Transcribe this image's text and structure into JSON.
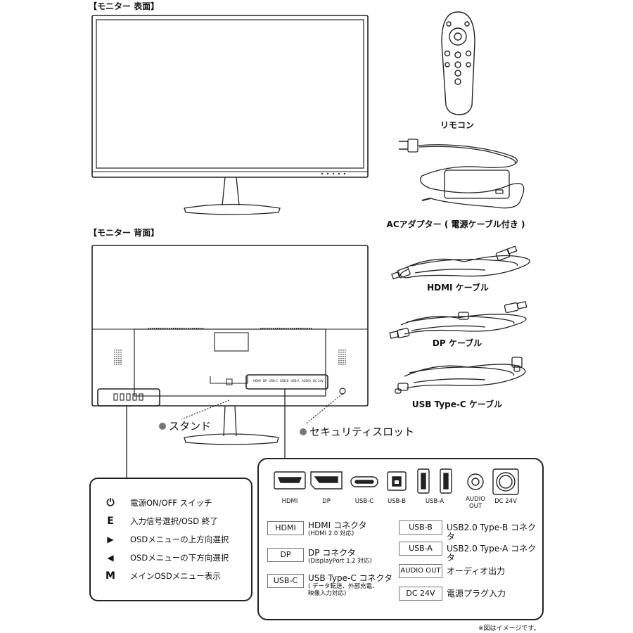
{
  "headers": {
    "front": "【モニター 表面】",
    "back": "【モニター 背面】"
  },
  "accessories": {
    "remote": "リモコン",
    "ac_adapter": "ACアダプター ( 電源ケーブル付き )",
    "hdmi_cable": "HDMI ケーブル",
    "dp_cable": "DP ケーブル",
    "usbc_cable": "USB Type-C ケーブル"
  },
  "callouts": {
    "stand": "スタンド",
    "security_slot": "セキュリティスロット"
  },
  "back_panel_port_text": [
    "HDMI",
    "DP",
    "USB-C",
    "USB-B",
    "USB-A",
    "AUDIO",
    "DC 24V"
  ],
  "legend": [
    {
      "symbol": "⏻",
      "symbol_icon": "power-icon",
      "text": "電源ON/OFF スイッチ"
    },
    {
      "symbol": "E",
      "text": "入力信号選択/OSD 終了"
    },
    {
      "symbol": "▶",
      "text": "OSDメニューの上方向選択"
    },
    {
      "symbol": "◀",
      "text": "OSDメニューの下方向選択"
    },
    {
      "symbol": "M",
      "text": "メインOSDメニュー表示"
    }
  ],
  "ports": {
    "icons": [
      "HDMI",
      "DP",
      "USB-C",
      "USB-B",
      "USB-A",
      "AUDIO\nOUT",
      "DC 24V"
    ],
    "left": [
      {
        "box": "HDMI",
        "title": "HDMI コネクタ",
        "sub": "(HDMI 2.0 対応)"
      },
      {
        "box": "DP",
        "title": "DP コネクタ",
        "sub": "(DisplayPort 1.2 対応)"
      },
      {
        "box": "USB-C",
        "title": "USB Type-C コネクタ",
        "sub": "( データ転送、外部充電、\n映像入力対応)"
      }
    ],
    "right": [
      {
        "box": "USB-B",
        "title": "USB2.0 Type-B コネクタ"
      },
      {
        "box": "USB-A",
        "title": "USB2.0 Type-A コネクタ"
      },
      {
        "box": "AUDIO OUT",
        "title": "オーディオ出力"
      },
      {
        "box": "DC 24V",
        "title": "電源プラグ入力"
      }
    ]
  },
  "footnote": "※図はイメージです。"
}
